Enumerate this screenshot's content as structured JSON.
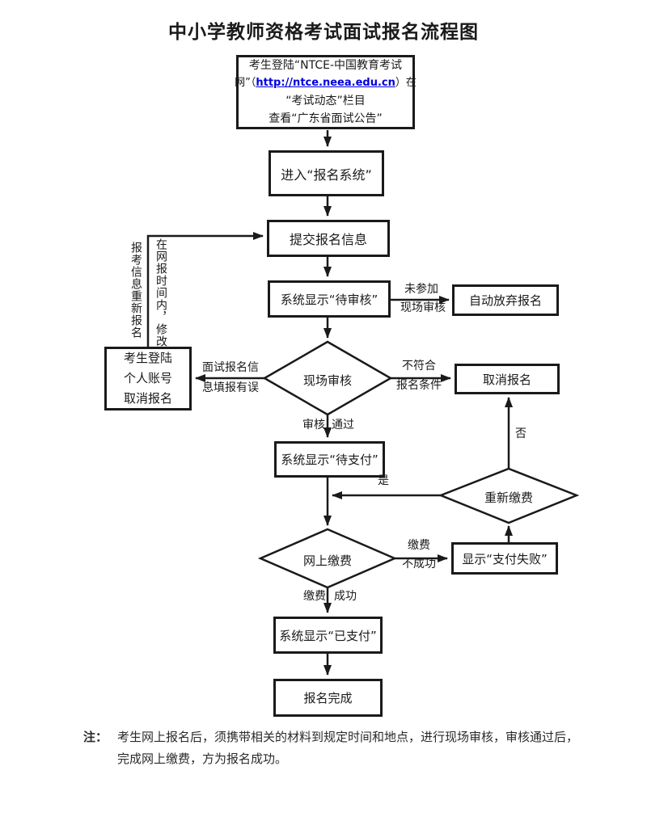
{
  "title": "中小学教师资格考试面试报名流程图",
  "start_box": {
    "line1": "考生登陆“NTCE-中国教育考试",
    "line2_prefix": "网”（",
    "link_text": "http://ntce.neea.edu.cn",
    "line2_suffix": "）在",
    "line3": "“考试动态”栏目",
    "line4": "查看“广东省面试公告”"
  },
  "nodes": {
    "enter_system": "进入“报名系统”",
    "submit_info": "提交报名信息",
    "pending_review": "系统显示“待审核”",
    "auto_abandon": "自动放弃报名",
    "onsite_review": "现场审核",
    "cancel_account_line1": "考生登陆",
    "cancel_account_line2": "个人账号",
    "cancel_account_line3": "取消报名",
    "cancel_registration": "取消报名",
    "pending_payment": "系统显示“待支付”",
    "repay": "重新缴费",
    "online_payment": "网上缴费",
    "payment_failed": "显示“支付失败”",
    "paid": "系统显示“已支付”",
    "complete": "报名完成"
  },
  "labels": {
    "not_attend_1": "未参加",
    "not_attend_2": "现场审核",
    "wrong_info_1": "面试报名信",
    "wrong_info_2": "息填报有误",
    "not_qualified_1": "不符合",
    "not_qualified_2": "报名条件",
    "review_pass_left": "审核",
    "review_pass_right": "通过",
    "yes": "是",
    "no": "否",
    "pay_fail_1": "缴费",
    "pay_fail_2": "不成功",
    "pay_success_left": "缴费",
    "pay_success_right": "成功",
    "modify_col_right": "在网报时间内，修改",
    "modify_col_left": "报考信息重新报名"
  },
  "note": {
    "prefix": "注：",
    "line1": "考生网上报名后，须携带相关的材料到规定时间和地点，进行现场审核，审核通过后，",
    "line2": "完成网上缴费，方为报名成功。"
  },
  "colors": {
    "ink": "#1a1a1a",
    "link": "#0000dd",
    "background": "#ffffff"
  }
}
